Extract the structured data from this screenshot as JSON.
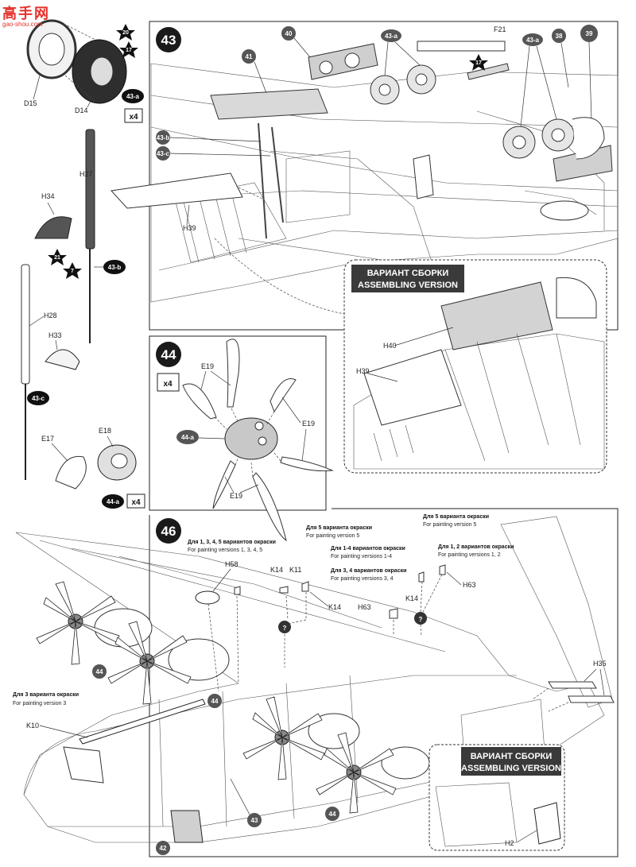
{
  "watermark": {
    "main": "高手网",
    "sub": "gao-shou.com"
  },
  "step43": {
    "number": "43",
    "parts": {
      "p40": "40",
      "p41": "41",
      "p43a_1": "43-a",
      "p43a_2": "43-a",
      "p43b": "43-b",
      "p43c": "43-c",
      "p38": "38",
      "p39": "39",
      "pF21": "F21",
      "pH39": "H39",
      "pH40": "H40",
      "pH39b": "H39"
    },
    "star": "17",
    "alt_title_ru": "ВАРИАНТ СБОРКИ",
    "alt_title_en": "ASSEMBLING VERSION"
  },
  "subassembly_left": {
    "wheel": {
      "d15": "D15",
      "d14": "D14",
      "star20": "20",
      "star17": "17",
      "bubble": "43-a",
      "mult": "x4"
    },
    "strut_b": {
      "h27": "H27",
      "h34": "H34",
      "star21": "21",
      "star7": "7",
      "bubble": "43-b"
    },
    "strut_c": {
      "h28": "H28",
      "h33": "H33",
      "bubble": "43-c"
    },
    "spinner": {
      "e17": "E17",
      "e18": "E18",
      "bubble": "44-a",
      "mult": "x4"
    }
  },
  "step44": {
    "number": "44",
    "mult": "x4",
    "hub_bubble": "44-a",
    "labels": [
      "E19",
      "E19",
      "E19"
    ]
  },
  "step46": {
    "number": "46",
    "notes": [
      {
        "ru": "Для 1, 3, 4, 5 вариантов окраски",
        "en": "For painting versions 1, 3, 4, 5"
      },
      {
        "ru": "Для 5 варианта окраски",
        "en": "For painting version 5"
      },
      {
        "ru": "Для 1-4 вариантов окраски",
        "en": "For painting versions 1-4"
      },
      {
        "ru": "Для 3, 4 вариантов окраски",
        "en": "For painting versions 3, 4"
      },
      {
        "ru": "Для 5 варианта окраски",
        "en": "For painting version 5"
      },
      {
        "ru": "Для 1, 2 вариантов окраски",
        "en": "For painting versions 1, 2"
      },
      {
        "ru": "Для 3 варианта окраски",
        "en": "For painting version 3"
      }
    ],
    "parts": {
      "h58": "H58",
      "k14a": "K14",
      "k11": "K11",
      "k14b": "K14",
      "h63a": "H63",
      "k14c": "K14",
      "h63b": "H63",
      "h35": "H35",
      "k10": "K10",
      "h2": "H2"
    },
    "bubbles": {
      "b44a": "44",
      "b44b": "44",
      "b44c": "44",
      "b43": "43",
      "b42": "42"
    },
    "alt_title_ru": "ВАРИАНТ СБОРКИ",
    "alt_title_en": "ASSEMBLING VERSION"
  }
}
